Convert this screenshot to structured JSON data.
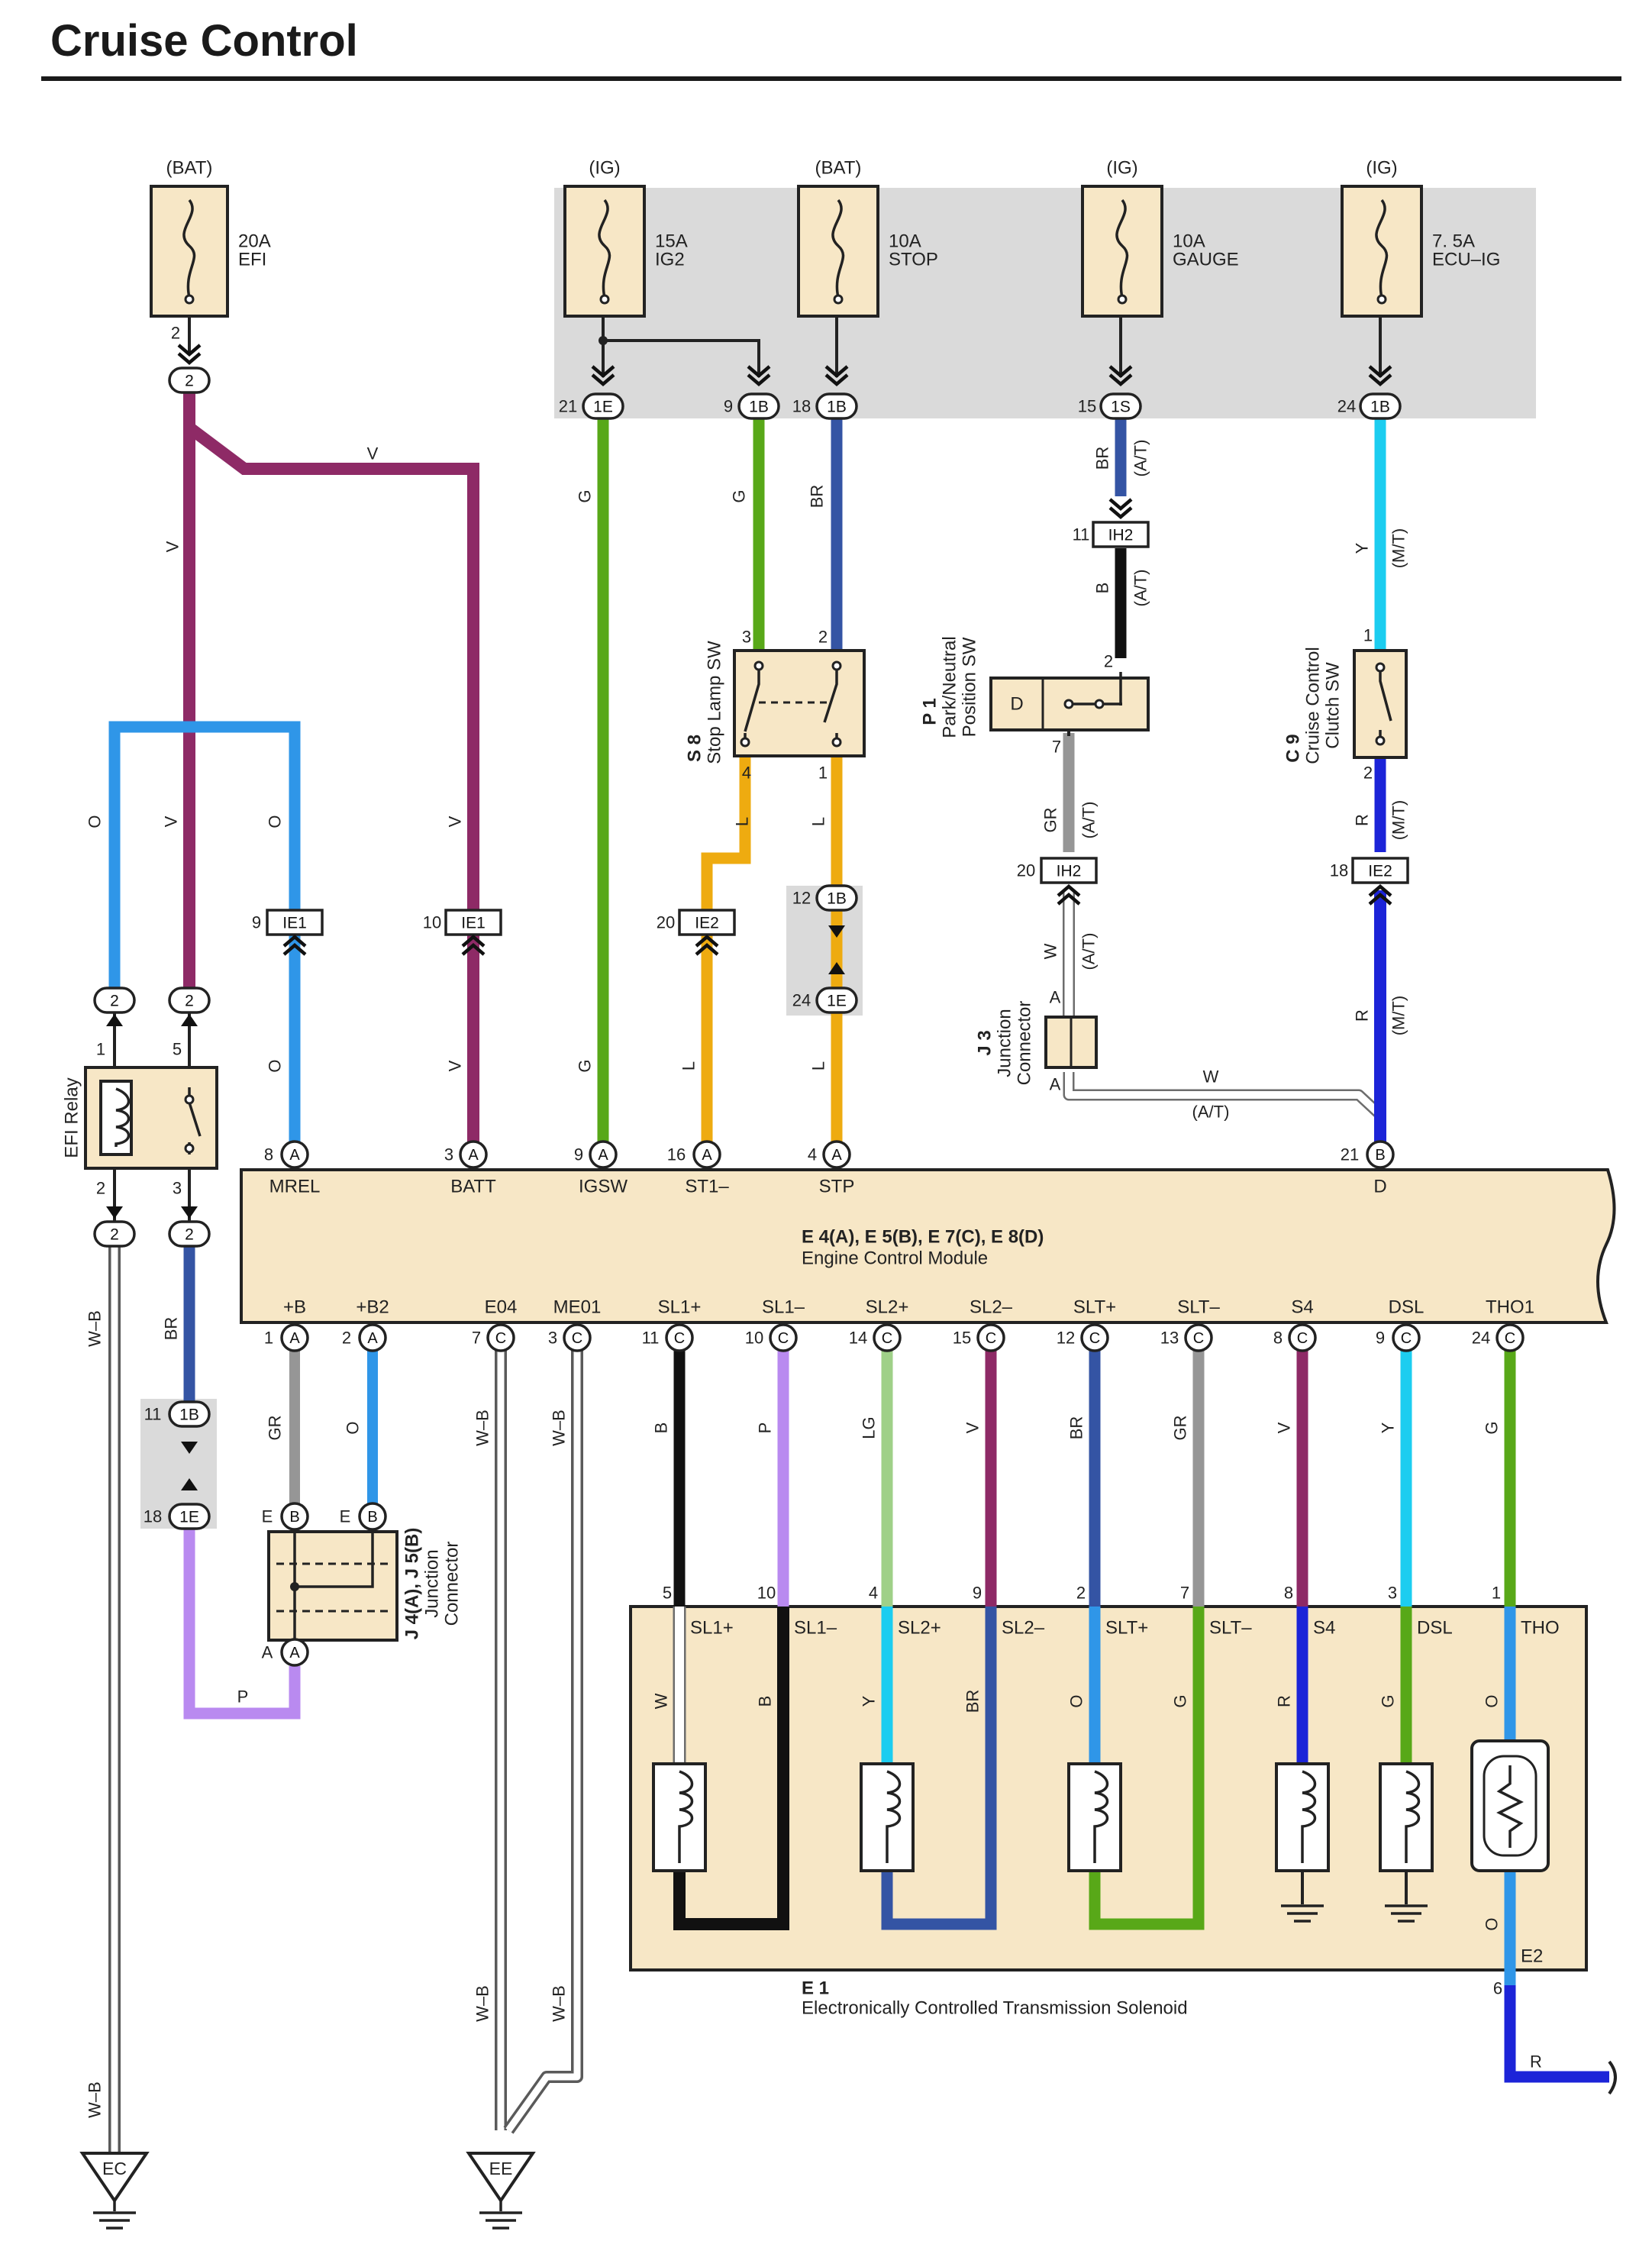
{
  "page": {
    "title": "Cruise Control"
  },
  "colors": {
    "V": "#8e2a66",
    "O": "#2f96e8",
    "G": "#58a818",
    "BR": "#3454a4",
    "B": "#111111",
    "GR": "#969696",
    "Y": "#1ccdf0",
    "R": "#1c24d8",
    "L": "#eeab10",
    "P": "#b98af0",
    "LG": "#9fd088",
    "W": "#ffffff",
    "WB": "#ffffff",
    "tan": "#f7e7c6",
    "shade": "#dadada"
  },
  "power": [
    {
      "id": "bat_efi",
      "source": "(BAT)",
      "amp": "20A",
      "name": "EFI"
    },
    {
      "id": "ig2",
      "source": "(IG)",
      "amp": "15A",
      "name": "IG2"
    },
    {
      "id": "stop",
      "source": "(BAT)",
      "amp": "10A",
      "name": "STOP"
    },
    {
      "id": "gauge",
      "source": "(IG)",
      "amp": "10A",
      "name": "GAUGE"
    },
    {
      "id": "ecuig",
      "source": "(IG)",
      "amp": "7. 5A",
      "name": "ECU–IG"
    }
  ],
  "texts": [
    {
      "id": "ecu-label-1",
      "t": "E 4(A), E 5(B), E 7(C), E 8(D)",
      "bold": true
    },
    {
      "id": "ecu-label-2",
      "t": "Engine Control Module"
    },
    {
      "id": "e1-label-1",
      "t": "E 1",
      "bold": true
    },
    {
      "id": "e1-label-2",
      "t": "Electronically Controlled Transmission Solenoid"
    },
    {
      "id": "j4-label-1",
      "t": "J 4(A), J 5(B)",
      "bold": true
    },
    {
      "id": "j4-label-2",
      "t": "Junction"
    },
    {
      "id": "j4-label-3",
      "t": "Connector"
    },
    {
      "id": "j3-label-1",
      "t": "J 3",
      "bold": true
    },
    {
      "id": "j3-label-2",
      "t": "Junction"
    },
    {
      "id": "j3-label-3",
      "t": "Connector"
    },
    {
      "id": "s8-label-1",
      "t": "S 8",
      "bold": true
    },
    {
      "id": "s8-label-2",
      "t": "Stop Lamp SW"
    },
    {
      "id": "p1-label-1",
      "t": "P 1",
      "bold": true
    },
    {
      "id": "p1-label-2",
      "t": "Park/Neutral"
    },
    {
      "id": "p1-label-3",
      "t": "Position SW"
    },
    {
      "id": "c9-label-1",
      "t": "C 9",
      "bold": true
    },
    {
      "id": "c9-label-2",
      "t": "Cruise Control"
    },
    {
      "id": "c9-label-3",
      "t": "Clutch SW"
    },
    {
      "id": "efi-relay-label",
      "t": "EFI Relay"
    },
    {
      "id": "p1-letter",
      "t": "D"
    },
    {
      "id": "ecu-pin-mrel",
      "t": "MREL"
    },
    {
      "id": "ecu-pin-batt",
      "t": "BATT"
    },
    {
      "id": "ecu-pin-igsw",
      "t": "IGSW"
    },
    {
      "id": "ecu-pin-st1",
      "t": "ST1–"
    },
    {
      "id": "ecu-pin-stp",
      "t": "STP"
    },
    {
      "id": "ecu-pin-d",
      "t": "D"
    },
    {
      "id": "ecu-pin-b",
      "t": "+B"
    },
    {
      "id": "ecu-pin-b2",
      "t": "+B2"
    },
    {
      "id": "ecu-pin-e04",
      "t": "E04"
    },
    {
      "id": "ecu-pin-me01",
      "t": "ME01"
    },
    {
      "id": "ecu-pin-sl1p",
      "t": "SL1+"
    },
    {
      "id": "ecu-pin-sl1m",
      "t": "SL1–"
    },
    {
      "id": "ecu-pin-sl2p",
      "t": "SL2+"
    },
    {
      "id": "ecu-pin-sl2m",
      "t": "SL2–"
    },
    {
      "id": "ecu-pin-sltp",
      "t": "SLT+"
    },
    {
      "id": "ecu-pin-sltm",
      "t": "SLT–"
    },
    {
      "id": "ecu-pin-s4",
      "t": "S4"
    },
    {
      "id": "ecu-pin-dsl",
      "t": "DSL"
    },
    {
      "id": "ecu-pin-tho1",
      "t": "THO1"
    },
    {
      "id": "sol-pin-sl1p",
      "t": "SL1+"
    },
    {
      "id": "sol-pin-sl1m",
      "t": "SL1–"
    },
    {
      "id": "sol-pin-sl2p",
      "t": "SL2+"
    },
    {
      "id": "sol-pin-sl2m",
      "t": "SL2–"
    },
    {
      "id": "sol-pin-sltp",
      "t": "SLT+"
    },
    {
      "id": "sol-pin-sltm",
      "t": "SLT–"
    },
    {
      "id": "sol-pin-s4",
      "t": "S4"
    },
    {
      "id": "sol-pin-dsl",
      "t": "DSL"
    },
    {
      "id": "sol-pin-tho",
      "t": "THO"
    },
    {
      "id": "sol-pin-e2",
      "t": "E2"
    },
    {
      "id": "pin-efi-2",
      "t": "2"
    },
    {
      "id": "pin-ig2-21",
      "t": "21"
    },
    {
      "id": "pin-ig2-9",
      "t": "9"
    },
    {
      "id": "pin-stop-18",
      "t": "18"
    },
    {
      "id": "pin-gauge-15",
      "t": "15"
    },
    {
      "id": "pin-ecuig-24",
      "t": "24"
    },
    {
      "id": "pin-s8-3",
      "t": "3"
    },
    {
      "id": "pin-s8-2",
      "t": "2"
    },
    {
      "id": "pin-s8-4",
      "t": "4"
    },
    {
      "id": "pin-s8-1",
      "t": "1"
    },
    {
      "id": "pin-ih2-11",
      "t": "11"
    },
    {
      "id": "pin-p1-2",
      "t": "2"
    },
    {
      "id": "pin-p1-7",
      "t": "7"
    },
    {
      "id": "pin-ih2-20",
      "t": "20"
    },
    {
      "id": "pin-c9-1",
      "t": "1"
    },
    {
      "id": "pin-c9-2",
      "t": "2"
    },
    {
      "id": "pin-ie2-18",
      "t": "18"
    },
    {
      "id": "pin-ie1-9",
      "t": "9"
    },
    {
      "id": "pin-ie1-10",
      "t": "10"
    },
    {
      "id": "pin-ie2-20",
      "t": "20"
    },
    {
      "id": "pin-1b-12",
      "t": "12"
    },
    {
      "id": "pin-1e-24",
      "t": "24"
    },
    {
      "id": "pin-relay-1",
      "t": "1"
    },
    {
      "id": "pin-relay-5",
      "t": "5"
    },
    {
      "id": "pin-relay-2",
      "t": "2"
    },
    {
      "id": "pin-relay-3",
      "t": "3"
    },
    {
      "id": "pin-1b-11",
      "t": "11"
    },
    {
      "id": "pin-1e-18",
      "t": "18"
    },
    {
      "id": "pin-ecu-8",
      "t": "8"
    },
    {
      "id": "pin-ecu-3a",
      "t": "3"
    },
    {
      "id": "pin-ecu-9",
      "t": "9"
    },
    {
      "id": "pin-ecu-16",
      "t": "16"
    },
    {
      "id": "pin-ecu-4",
      "t": "4"
    },
    {
      "id": "pin-ecu-21",
      "t": "21"
    },
    {
      "id": "pin-ecu-1",
      "t": "1"
    },
    {
      "id": "pin-ecu-2",
      "t": "2"
    },
    {
      "id": "pin-ecu-7",
      "t": "7"
    },
    {
      "id": "pin-ecu-3c",
      "t": "3"
    },
    {
      "id": "pin-ecu-11",
      "t": "11"
    },
    {
      "id": "pin-ecu-10",
      "t": "10"
    },
    {
      "id": "pin-ecu-14",
      "t": "14"
    },
    {
      "id": "pin-ecu-15",
      "t": "15"
    },
    {
      "id": "pin-ecu-12",
      "t": "12"
    },
    {
      "id": "pin-ecu-13",
      "t": "13"
    },
    {
      "id": "pin-ecu-8c",
      "t": "8"
    },
    {
      "id": "pin-ecu-9c",
      "t": "9"
    },
    {
      "id": "pin-ecu-24",
      "t": "24"
    },
    {
      "id": "pin-sol-5",
      "t": "5"
    },
    {
      "id": "pin-sol-10",
      "t": "10"
    },
    {
      "id": "pin-sol-4",
      "t": "4"
    },
    {
      "id": "pin-sol-9",
      "t": "9"
    },
    {
      "id": "pin-sol-2",
      "t": "2"
    },
    {
      "id": "pin-sol-7",
      "t": "7"
    },
    {
      "id": "pin-sol-8",
      "t": "8"
    },
    {
      "id": "pin-sol-3",
      "t": "3"
    },
    {
      "id": "pin-sol-1",
      "t": "1"
    },
    {
      "id": "pin-sol-6",
      "t": "6"
    },
    {
      "id": "pin-j-ea",
      "t": "E"
    },
    {
      "id": "pin-j-eb",
      "t": "E"
    },
    {
      "id": "pin-j-a",
      "t": "A"
    },
    {
      "id": "pin-j3-a1",
      "t": "A"
    },
    {
      "id": "pin-j3-a2",
      "t": "A"
    },
    {
      "id": "wire-v-top",
      "t": "V"
    },
    {
      "id": "wire-v-left",
      "t": "V"
    },
    {
      "id": "wire-o-far",
      "t": "O"
    },
    {
      "id": "wire-v-relay",
      "t": "V"
    },
    {
      "id": "wire-o-mrel",
      "t": "O"
    },
    {
      "id": "wire-o-mrel2",
      "t": "O"
    },
    {
      "id": "wire-v-batt",
      "t": "V"
    },
    {
      "id": "wire-v-batt2",
      "t": "V"
    },
    {
      "id": "wire-g-ig2",
      "t": "G"
    },
    {
      "id": "wire-g-ig2b",
      "t": "G"
    },
    {
      "id": "wire-g-s8",
      "t": "G"
    },
    {
      "id": "wire-br-stop",
      "t": "BR"
    },
    {
      "id": "wire-l-s8a",
      "t": "L"
    },
    {
      "id": "wire-l-s8b",
      "t": "L"
    },
    {
      "id": "wire-l-st1",
      "t": "L"
    },
    {
      "id": "wire-l-stp",
      "t": "L"
    },
    {
      "id": "wire-br-gauge",
      "t": "BR"
    },
    {
      "id": "wire-at-1",
      "t": "(A/T)"
    },
    {
      "id": "wire-b-ih2",
      "t": "B"
    },
    {
      "id": "wire-at-2",
      "t": "(A/T)"
    },
    {
      "id": "wire-gr-p1",
      "t": "GR"
    },
    {
      "id": "wire-at-3",
      "t": "(A/T)"
    },
    {
      "id": "wire-w-j3",
      "t": "W"
    },
    {
      "id": "wire-at-4",
      "t": "(A/T)"
    },
    {
      "id": "wire-w-h",
      "t": "W"
    },
    {
      "id": "wire-at-5",
      "t": "(A/T)"
    },
    {
      "id": "wire-y-ecuig",
      "t": "Y"
    },
    {
      "id": "wire-mt-1",
      "t": "(M/T)"
    },
    {
      "id": "wire-r-c9",
      "t": "R"
    },
    {
      "id": "wire-mt-2",
      "t": "(M/T)"
    },
    {
      "id": "wire-r-d",
      "t": "R"
    },
    {
      "id": "wire-mt-3",
      "t": "(M/T)"
    },
    {
      "id": "wire-wb-left",
      "t": "W–B"
    },
    {
      "id": "wire-wb-left2",
      "t": "W–B"
    },
    {
      "id": "wire-br-relay",
      "t": "BR"
    },
    {
      "id": "wire-p-relay",
      "t": "P"
    },
    {
      "id": "wire-gr-b",
      "t": "GR"
    },
    {
      "id": "wire-o-b2",
      "t": "O"
    },
    {
      "id": "wire-wb-e04",
      "t": "W–B"
    },
    {
      "id": "wire-wb-me01",
      "t": "W–B"
    },
    {
      "id": "wire-wb-e04b",
      "t": "W–B"
    },
    {
      "id": "wire-wb-me01b",
      "t": "W–B"
    },
    {
      "id": "wire-b-sl1p",
      "t": "B"
    },
    {
      "id": "wire-p-sl1m",
      "t": "P"
    },
    {
      "id": "wire-lg-sl2p",
      "t": "LG"
    },
    {
      "id": "wire-v-sl2m",
      "t": "V"
    },
    {
      "id": "wire-br-sltp",
      "t": "BR"
    },
    {
      "id": "wire-gr-sltm",
      "t": "GR"
    },
    {
      "id": "wire-v-s4",
      "t": "V"
    },
    {
      "id": "wire-y-dsl",
      "t": "Y"
    },
    {
      "id": "wire-g-tho1",
      "t": "G"
    },
    {
      "id": "wire-w-in",
      "t": "W"
    },
    {
      "id": "wire-b-in",
      "t": "B"
    },
    {
      "id": "wire-y-in",
      "t": "Y"
    },
    {
      "id": "wire-br-in",
      "t": "BR"
    },
    {
      "id": "wire-o-in",
      "t": "O"
    },
    {
      "id": "wire-g-in",
      "t": "G"
    },
    {
      "id": "wire-r-in",
      "t": "R"
    },
    {
      "id": "wire-g-in2",
      "t": "G"
    },
    {
      "id": "wire-o-in2",
      "t": "O"
    },
    {
      "id": "wire-o-in3",
      "t": "O"
    },
    {
      "id": "wire-r-out",
      "t": "R"
    }
  ],
  "connectors": [
    {
      "id": "c-2-efi",
      "t": "2",
      "kind": "oval"
    },
    {
      "id": "c-1e-21",
      "t": "1E",
      "kind": "oval"
    },
    {
      "id": "c-1b-9",
      "t": "1B",
      "kind": "oval"
    },
    {
      "id": "c-1b-18",
      "t": "1B",
      "kind": "oval"
    },
    {
      "id": "c-1s-15",
      "t": "1S",
      "kind": "oval"
    },
    {
      "id": "c-1b-24",
      "t": "1B",
      "kind": "oval"
    },
    {
      "id": "c-ih2-11",
      "t": "IH2",
      "kind": "rect"
    },
    {
      "id": "c-ih2-20",
      "t": "IH2",
      "kind": "rect"
    },
    {
      "id": "c-ie2-18",
      "t": "IE2",
      "kind": "rect"
    },
    {
      "id": "c-ie1-9",
      "t": "IE1",
      "kind": "rect"
    },
    {
      "id": "c-ie1-10",
      "t": "IE1",
      "kind": "rect"
    },
    {
      "id": "c-ie2-20",
      "t": "IE2",
      "kind": "rect"
    },
    {
      "id": "c-1b-12",
      "t": "1B",
      "kind": "oval"
    },
    {
      "id": "c-1e-24",
      "t": "1E",
      "kind": "oval"
    },
    {
      "id": "c-2-r1",
      "t": "2",
      "kind": "oval"
    },
    {
      "id": "c-2-r5",
      "t": "2",
      "kind": "oval"
    },
    {
      "id": "c-2-r2",
      "t": "2",
      "kind": "oval"
    },
    {
      "id": "c-2-r3",
      "t": "2",
      "kind": "oval"
    },
    {
      "id": "c-1b-11",
      "t": "1B",
      "kind": "oval"
    },
    {
      "id": "c-1e-18",
      "t": "1E",
      "kind": "oval"
    },
    {
      "id": "c-a-8",
      "t": "A",
      "kind": "circle"
    },
    {
      "id": "c-a-3",
      "t": "A",
      "kind": "circle"
    },
    {
      "id": "c-a-9",
      "t": "A",
      "kind": "circle"
    },
    {
      "id": "c-a-16",
      "t": "A",
      "kind": "circle"
    },
    {
      "id": "c-a-4",
      "t": "A",
      "kind": "circle"
    },
    {
      "id": "c-b-21",
      "t": "B",
      "kind": "circle"
    },
    {
      "id": "c-a-1",
      "t": "A",
      "kind": "circle"
    },
    {
      "id": "c-a-2",
      "t": "A",
      "kind": "circle"
    },
    {
      "id": "c-c-7",
      "t": "C",
      "kind": "circle"
    },
    {
      "id": "c-c-3",
      "t": "C",
      "kind": "circle"
    },
    {
      "id": "c-c-11",
      "t": "C",
      "kind": "circle"
    },
    {
      "id": "c-c-10",
      "t": "C",
      "kind": "circle"
    },
    {
      "id": "c-c-14",
      "t": "C",
      "kind": "circle"
    },
    {
      "id": "c-c-15",
      "t": "C",
      "kind": "circle"
    },
    {
      "id": "c-c-12",
      "t": "C",
      "kind": "circle"
    },
    {
      "id": "c-c-13",
      "t": "C",
      "kind": "circle"
    },
    {
      "id": "c-c-8",
      "t": "C",
      "kind": "circle"
    },
    {
      "id": "c-c-9",
      "t": "C",
      "kind": "circle"
    },
    {
      "id": "c-c-24",
      "t": "C",
      "kind": "circle"
    },
    {
      "id": "c-j-b1",
      "t": "B",
      "kind": "circle"
    },
    {
      "id": "c-j-b2",
      "t": "B",
      "kind": "circle"
    },
    {
      "id": "c-j-a",
      "t": "A",
      "kind": "circle"
    }
  ],
  "grounds": [
    {
      "id": "ground-ec",
      "t": "EC"
    },
    {
      "id": "ground-ee",
      "t": "EE"
    }
  ]
}
